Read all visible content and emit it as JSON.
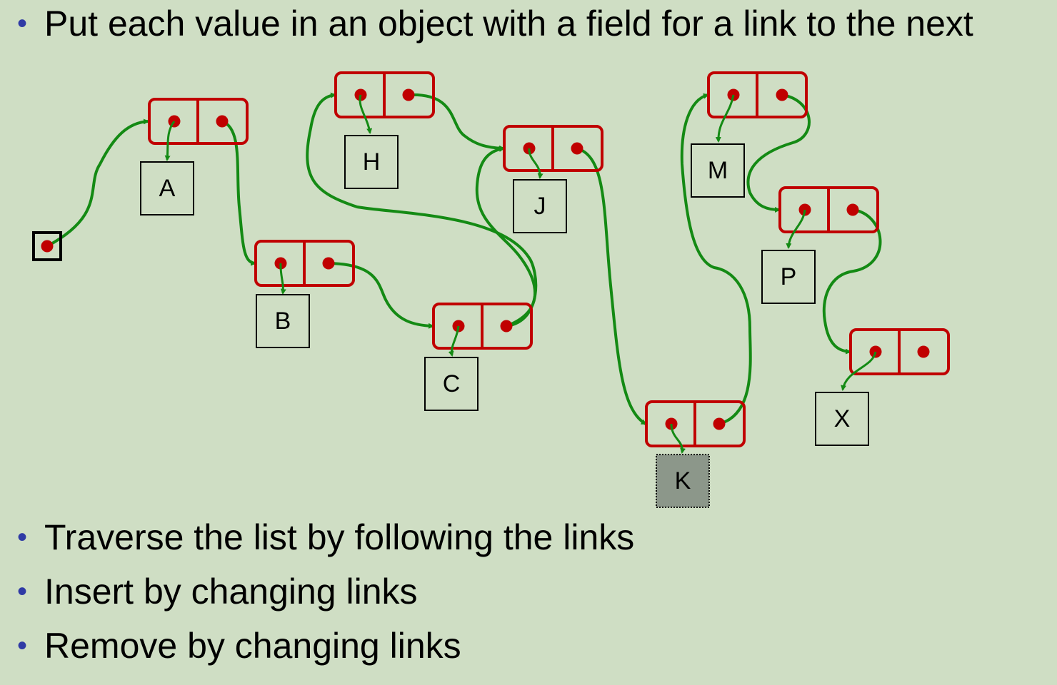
{
  "bullets": {
    "top": "Put each value in an object with a field for a link to the next",
    "items": [
      "Traverse the list by following the links",
      "Insert by changing links",
      "Remove by changing links"
    ],
    "bullet_glyph": "•"
  },
  "diagram": {
    "values": [
      "A",
      "B",
      "C",
      "H",
      "J",
      "K",
      "M",
      "P",
      "X"
    ],
    "removed_value": "K",
    "colors": {
      "node": "#c00000",
      "link": "#148a14",
      "bullet": "#2f3aa5",
      "background": "#cfdec4",
      "removed_fill": "#8c978a"
    }
  }
}
